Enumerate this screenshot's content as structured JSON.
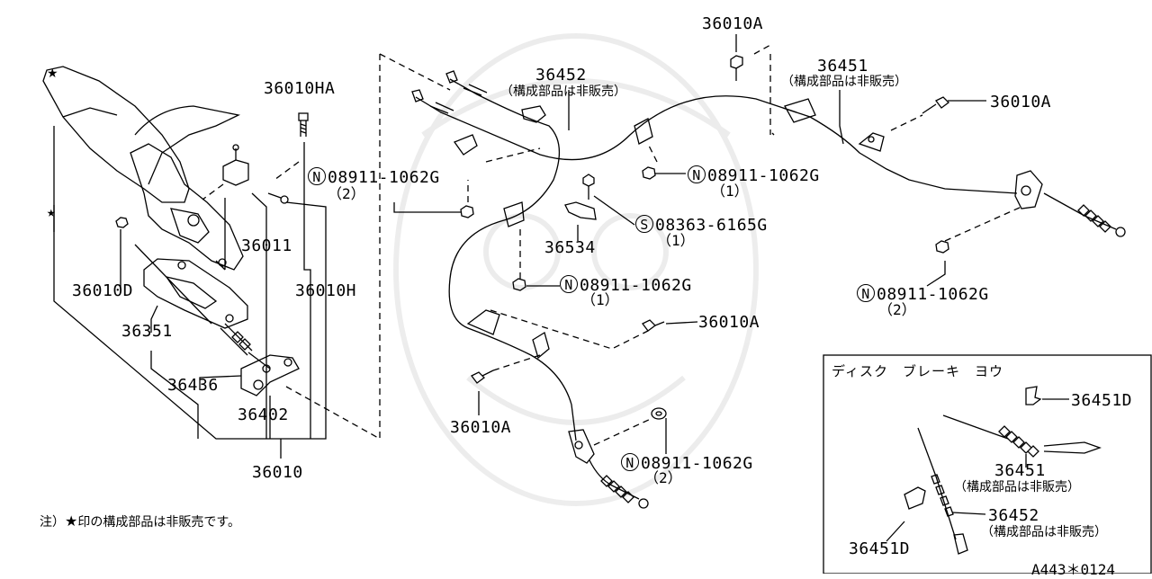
{
  "parts": {
    "p36010HA": "36010HA",
    "p36011": "36011",
    "p36010H": "36010H",
    "p36010D": "36010D",
    "p36351": "36351",
    "p36436": "36436",
    "p36402": "36402",
    "p36010": "36010",
    "p36452": "36452",
    "p36452_note": "（構成部品は非販売）",
    "p08911_a": "08911-1062G",
    "p08911_a_qty": "（2）",
    "p36010A_top": "36010A",
    "p36451": "36451",
    "p36451_note": "（構成部品は非販売）",
    "p36010A_right": "36010A",
    "p08911_b": "08911-1062G",
    "p08911_b_qty": "（1）",
    "p08363": "08363-6165G",
    "p08363_qty": "（1）",
    "p36534": "36534",
    "p08911_c": "08911-1062G",
    "p08911_c_qty": "（1）",
    "p08911_d": "08911-1062G",
    "p08911_d_qty": "（2）",
    "p36010A_mid": "36010A",
    "p36010A_low": "36010A",
    "p08911_e": "08911-1062G",
    "p08911_e_qty": "（2）"
  },
  "symbols": {
    "n": "N",
    "s": "S",
    "star": "★"
  },
  "inset": {
    "title": "ディスク　ブレーキ　ヨウ",
    "p36451D_a": "36451D",
    "p36451": "36451",
    "p36451_note": "（構成部品は非販売）",
    "p36452": "36452",
    "p36452_note": "（構成部品は非販売）",
    "p36451D_b": "36451D"
  },
  "footnote": {
    "prefix": "注）",
    "star": "★",
    "text": "印の構成部品は非販売です。"
  },
  "doc_id": "A443＊0124"
}
